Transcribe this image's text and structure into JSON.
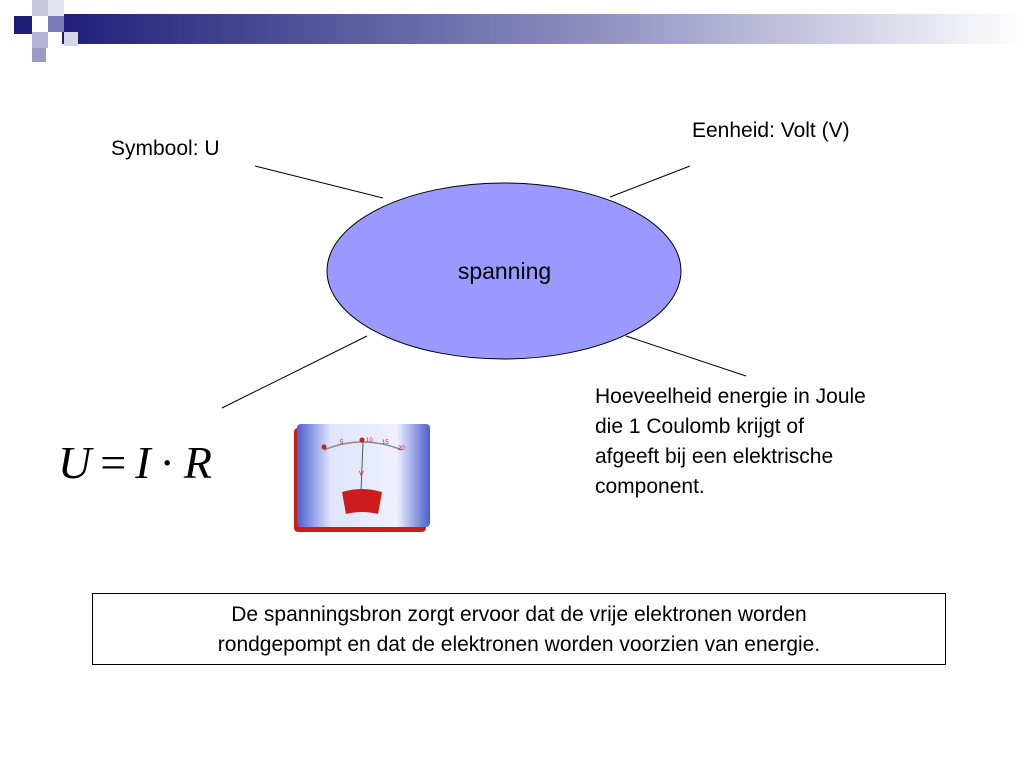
{
  "slide": {
    "center": "spanning",
    "symbol": "Symbool: U",
    "unit": "Eenheid: Volt (V)",
    "definition_lines": [
      "Hoeveelheid energie in Joule",
      "die 1 Coulomb krijgt of",
      "afgeeft bij een elektrische",
      "component."
    ],
    "formula": {
      "lhs": "U",
      "eq": "=",
      "a": "I",
      "dot": "·",
      "b": "R"
    },
    "meter": {
      "ticks": [
        "0",
        "5",
        "10",
        "15",
        "20"
      ],
      "unit": "V"
    },
    "note_lines": [
      "De spanningsbron zorgt ervoor dat de vrije elektronen worden",
      "rondgepompt en dat de elektronen worden voorzien van energie."
    ]
  },
  "colors": {
    "ellipse_fill": "#9999ff",
    "banner_dark": "#1f1f7a",
    "banner_light": "#a0a0cc",
    "meter_red": "#cc1b1b",
    "meter_blue": "#4a5fd0"
  }
}
